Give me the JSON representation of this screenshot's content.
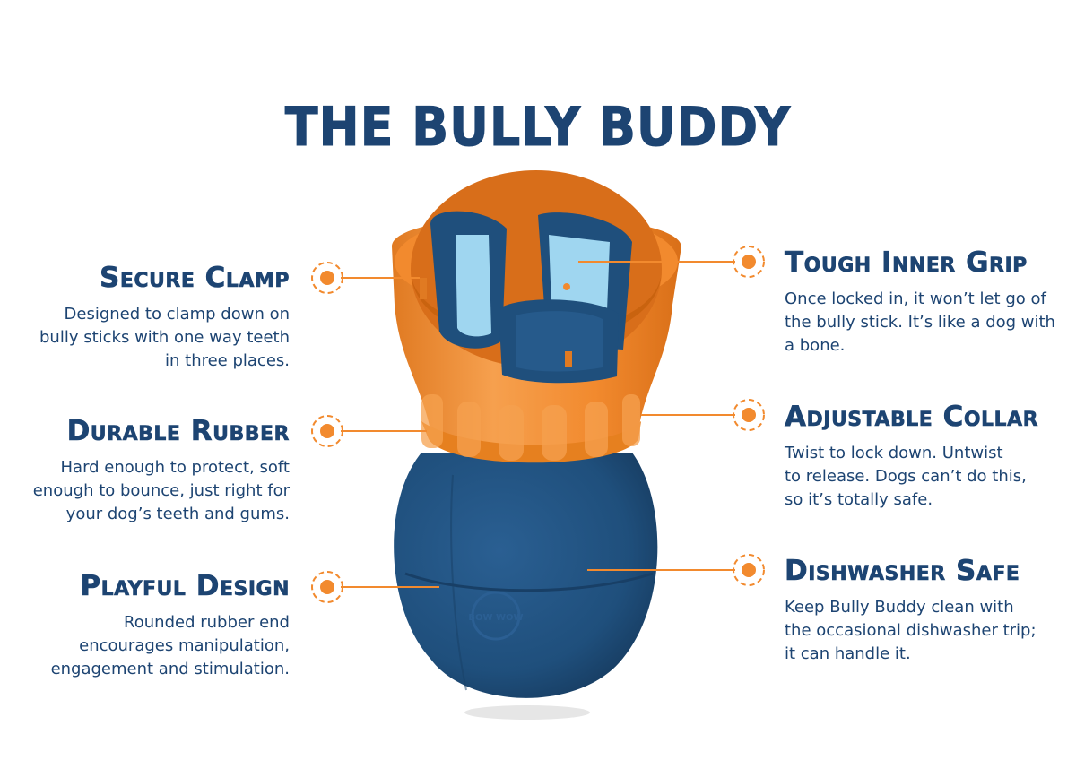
{
  "title": "The Bully Buddy",
  "colors": {
    "navy": "#1d4472",
    "orange": "#f28a2e",
    "light_blue": "#9fd6f0",
    "body_blue": "#1f4f7c"
  },
  "features_left": [
    {
      "heading": "Secure Clamp",
      "lines": [
        "Designed to clamp down on",
        "bully sticks with one way teeth",
        "in three places."
      ]
    },
    {
      "heading": "Durable Rubber",
      "lines": [
        "Hard enough to protect, soft",
        "enough to bounce, just right for",
        "your dog’s teeth and gums."
      ]
    },
    {
      "heading": "Playful Design",
      "lines": [
        "Rounded rubber end",
        "encourages manipulation,",
        "engagement and stimulation."
      ]
    }
  ],
  "features_right": [
    {
      "heading": "Tough Inner Grip",
      "lines": [
        "Once locked in, it won’t let go of",
        "the bully stick. It’s like a dog with",
        "a bone."
      ]
    },
    {
      "heading": "Adjustable Collar",
      "lines": [
        "Twist to lock down. Untwist",
        "to release. Dogs can’t do this,",
        "so it’s totally safe."
      ]
    },
    {
      "heading": "Dishwasher Safe",
      "lines": [
        "Keep Bully Buddy clean with",
        "the occasional dishwasher trip;",
        "it can handle it."
      ]
    }
  ],
  "product": {
    "logo_text": "BOW WOW",
    "icon": "bully-buddy-toy-illustration"
  }
}
